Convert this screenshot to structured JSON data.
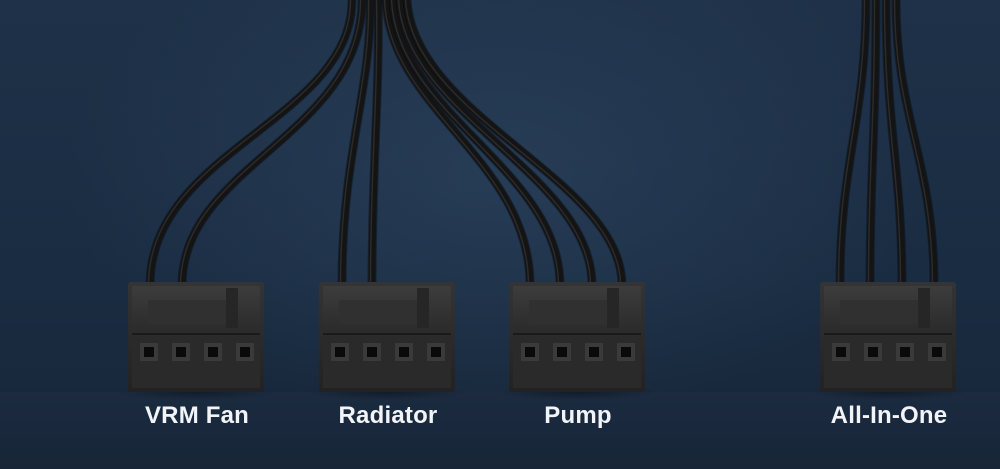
{
  "connectors": [
    {
      "id": "vrm-fan",
      "label": "VRM Fan"
    },
    {
      "id": "radiator",
      "label": "Radiator"
    },
    {
      "id": "pump",
      "label": "Pump"
    },
    {
      "id": "all-in-one",
      "label": "All-In-One"
    }
  ],
  "colors": {
    "background": "#1a2c42",
    "cable": "#141414",
    "connector_body": "#2a2a2a",
    "pin_hole": "#0a0a0a",
    "label_text": "#f2f4f7"
  }
}
